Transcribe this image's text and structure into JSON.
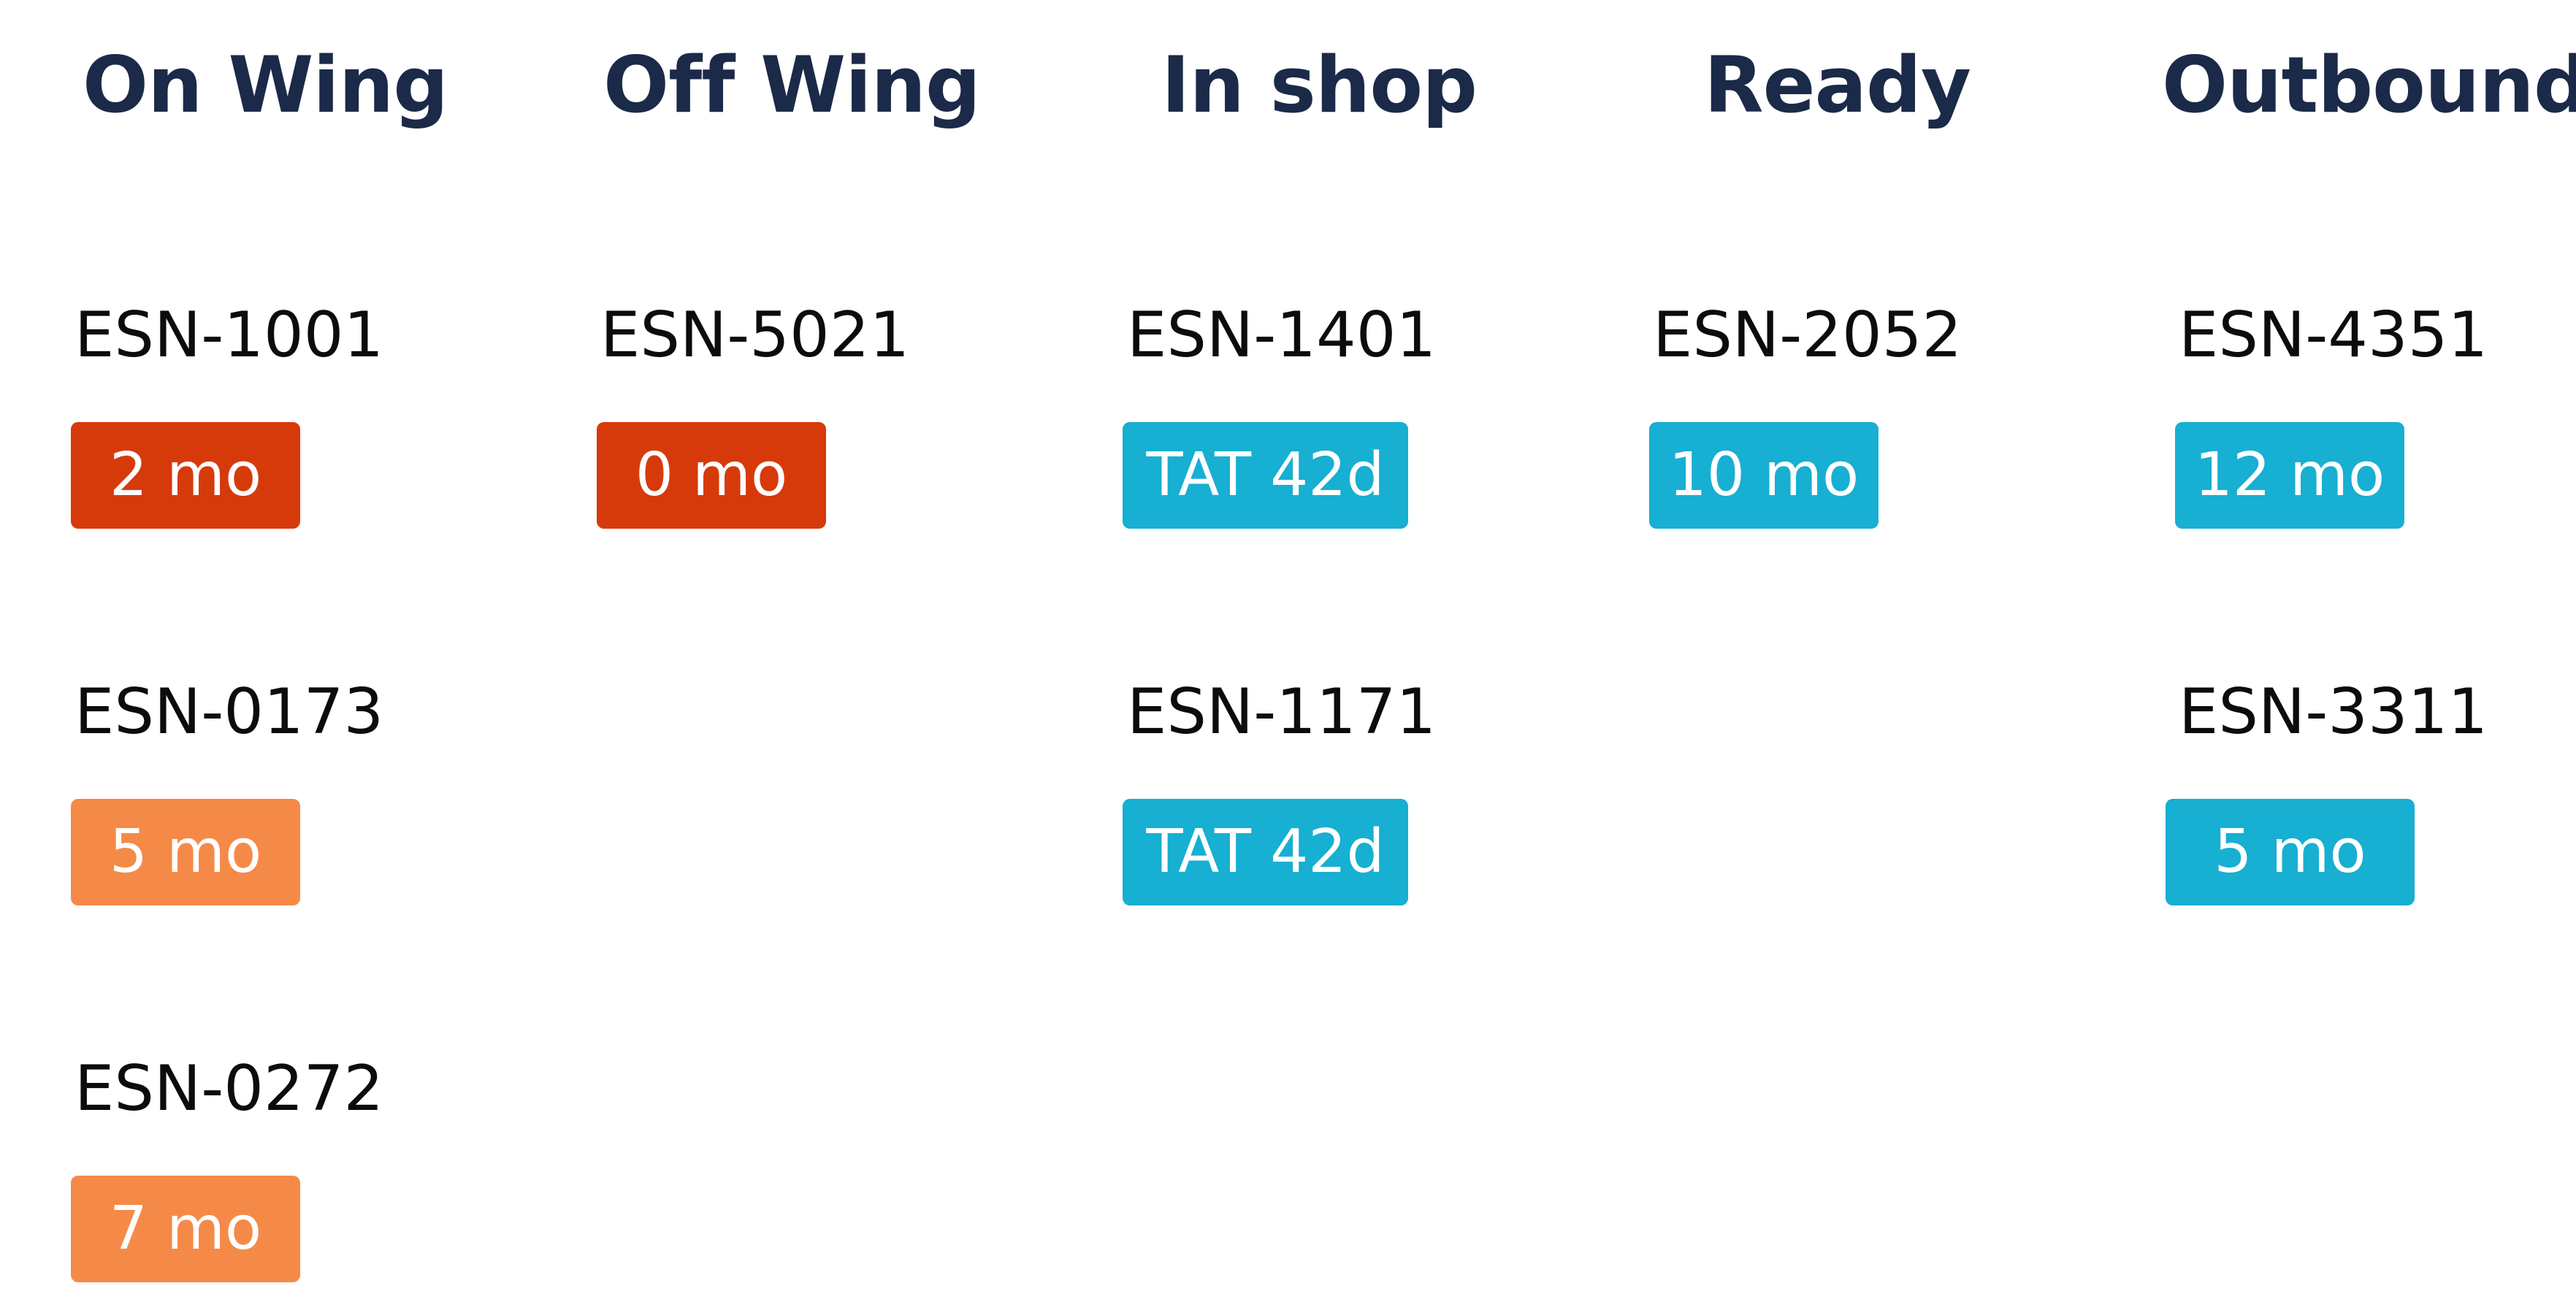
{
  "colors": {
    "heading": "#1b2a48",
    "critical": "#d73a0a",
    "warning": "#f58a48",
    "info": "#17afd2"
  },
  "columns": [
    {
      "title": "On Wing",
      "cards": [
        {
          "esn": "ESN-1001",
          "badge": "2 mo",
          "status": "critical"
        },
        {
          "esn": "ESN-0173",
          "badge": "5 mo",
          "status": "warning"
        },
        {
          "esn": "ESN-0272",
          "badge": "7 mo",
          "status": "warning"
        }
      ]
    },
    {
      "title": "Off Wing",
      "cards": [
        {
          "esn": "ESN-5021",
          "badge": "0 mo",
          "status": "critical"
        }
      ]
    },
    {
      "title": "In shop",
      "cards": [
        {
          "esn": "ESN-1401",
          "badge": "TAT 42d",
          "status": "info"
        },
        {
          "esn": "ESN-1171",
          "badge": "TAT 42d",
          "status": "info"
        }
      ]
    },
    {
      "title": "Ready",
      "cards": [
        {
          "esn": "ESN-2052",
          "badge": "10 mo",
          "status": "info"
        }
      ]
    },
    {
      "title": "Outbound",
      "cards": [
        {
          "esn": "ESN-4351",
          "badge": "12 mo",
          "status": "info"
        },
        {
          "esn": "ESN-3311",
          "badge": "5 mo",
          "status": "info"
        }
      ]
    }
  ]
}
